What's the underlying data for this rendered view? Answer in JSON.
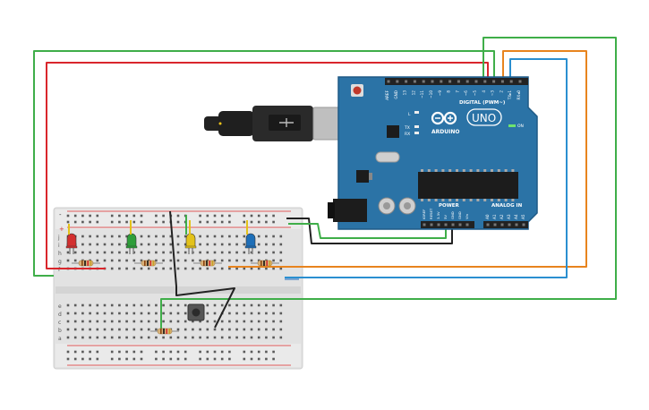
{
  "board": {
    "brand": "ARDUINO",
    "model": "UNO",
    "digital_label": "DIGITAL (PWM~)",
    "analog_label": "ANALOG IN",
    "power_label": "POWER",
    "on_label": "ON",
    "l_label": "L",
    "tx_label": "TX",
    "rx_label": "RX",
    "digital_pins": [
      "AREF",
      "GND",
      "13",
      "12",
      "~11",
      "~10",
      "~9",
      "8",
      "7",
      "~6",
      "~5",
      "4",
      "~3",
      "2",
      "TX▸1",
      "RX◂0"
    ],
    "power_pins": [
      "IOREF",
      "RESET",
      "3.3V",
      "5V",
      "GND",
      "GND",
      "Vin"
    ],
    "analog_pins": [
      "A0",
      "A1",
      "A2",
      "A3",
      "A4",
      "A5"
    ]
  },
  "breadboard": {
    "row_letters_top": [
      "j",
      "i",
      "h",
      "g",
      "f"
    ],
    "row_letters_bottom": [
      "e",
      "d",
      "c",
      "b",
      "a"
    ],
    "rail_plus": "+",
    "rail_minus": "-"
  },
  "leds": [
    {
      "color_name": "red",
      "color": "#d32f2f"
    },
    {
      "color_name": "green",
      "color": "#2e9e3a"
    },
    {
      "color_name": "yellow",
      "color": "#e3c21a"
    },
    {
      "color_name": "blue",
      "color": "#1e6fb8"
    }
  ],
  "wires": {
    "red": "#d9262c",
    "green": "#3fae49",
    "orange": "#e8841e",
    "blue": "#2a8fd0",
    "black": "#222222"
  }
}
